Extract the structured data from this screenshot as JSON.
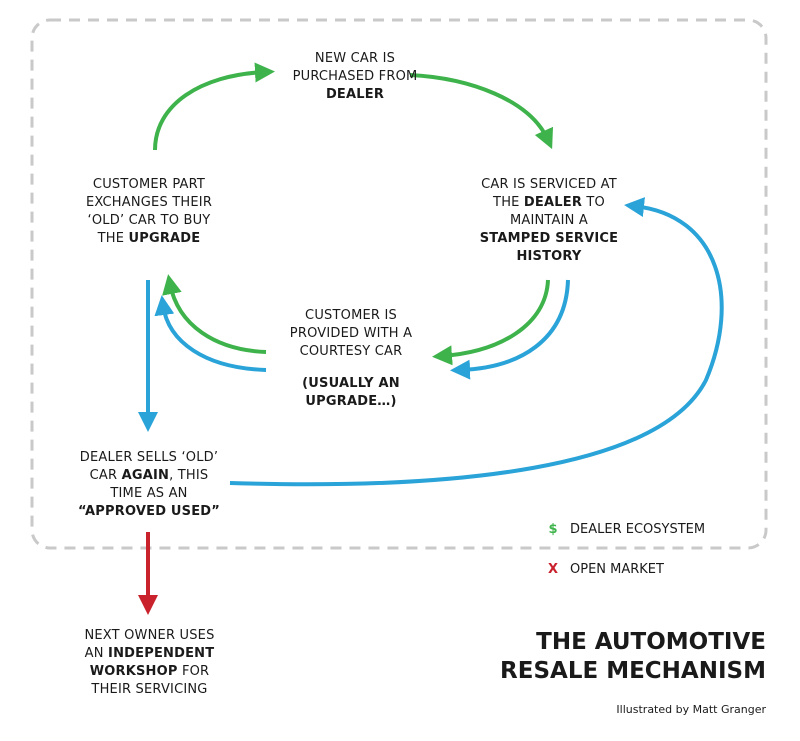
{
  "colors": {
    "green": "#3fb34b",
    "blue": "#29a3d8",
    "red": "#c9222d",
    "border": "#c9c9c9",
    "text": "#1a1a1a"
  },
  "nodes": {
    "new_car": {
      "line1": "NEW CAR IS",
      "line2": "PURCHASED FROM",
      "line3_bold": "DEALER"
    },
    "serviced": {
      "line1": "CAR IS SERVICED AT",
      "line2_pre": "THE ",
      "line2_bold": "DEALER",
      "line2_post": " TO",
      "line3": "MAINTAIN A",
      "line4_bold": "STAMPED SERVICE",
      "line5_bold": "HISTORY"
    },
    "part_exchange": {
      "line1": "CUSTOMER PART",
      "line2": "EXCHANGES THEIR",
      "line3": "‘OLD’ CAR TO BUY",
      "line4_pre": "THE ",
      "line4_bold": "UPGRADE"
    },
    "courtesy": {
      "line1": "CUSTOMER IS",
      "line2": "PROVIDED WITH A",
      "line3": "COURTESY CAR",
      "line4_bold": "(USUALLY AN",
      "line5_bold": "UPGRADE…)"
    },
    "approved_used": {
      "line1": "DEALER SELLS ‘OLD’",
      "line2_pre": "CAR ",
      "line2_bold": "AGAIN",
      "line2_post": ", THIS",
      "line3": "TIME AS AN",
      "line4_bold": "“APPROVED USED”"
    },
    "independent": {
      "line1": "NEXT OWNER USES",
      "line2_pre": "AN ",
      "line2_bold": "INDEPENDENT",
      "line3_bold": "WORKSHOP",
      "line3_post": " FOR",
      "line4": "THEIR SERVICING"
    }
  },
  "legend": {
    "dealer": {
      "symbol": "$",
      "label": "DEALER ECOSYSTEM",
      "icon": "dollar-icon"
    },
    "open": {
      "symbol": "X",
      "label": "OPEN MARKET",
      "icon": "crossed-dollar-icon"
    }
  },
  "title": {
    "line1": "THE AUTOMOTIVE",
    "line2": "RESALE MECHANISM"
  },
  "credit": "Illustrated by Matt Granger"
}
